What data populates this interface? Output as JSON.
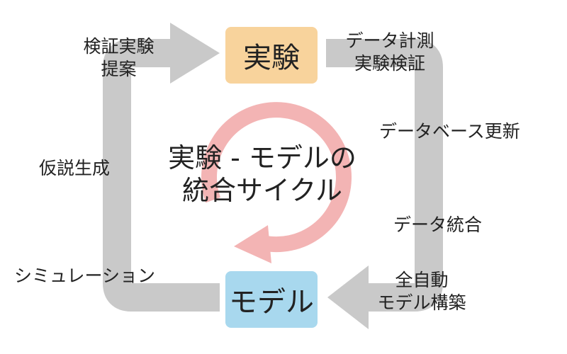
{
  "colors": {
    "experiment_box": "#F8D39C",
    "model_box": "#A8D8EE",
    "arrow": "#C9C9C9",
    "cycle": "#F3B4B4"
  },
  "boxes": {
    "experiment": "実験",
    "model": "モデル"
  },
  "center_title": {
    "line1": "実験 - モデルの",
    "line2": "統合サイクル"
  },
  "labels": {
    "proposal_line1": "検証実験",
    "proposal_line2": "提案",
    "measure_line1": "データ計測",
    "measure_line2": "実験検証",
    "db_update": "データベース更新",
    "hypothesis": "仮説生成",
    "integration": "データ統合",
    "simulation": "シミュレーション",
    "auto_line1": "全自動",
    "auto_line2": "モデル構築"
  }
}
